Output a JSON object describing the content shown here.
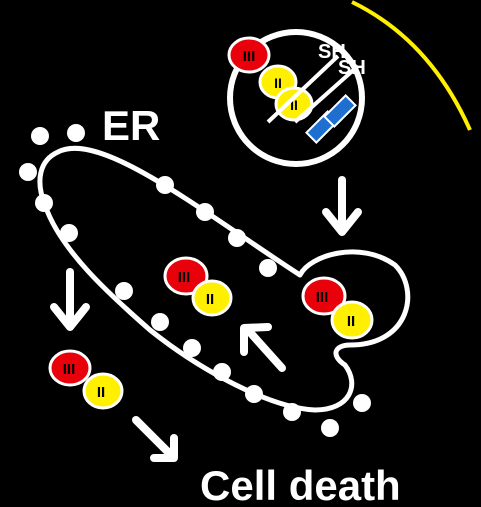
{
  "labels": {
    "er": "ER",
    "cell_death": "Cell death",
    "sh_1": "SH",
    "sh_2": "SH"
  },
  "subunits": {
    "red": "III",
    "yellow": "II"
  },
  "colors": {
    "background": "#000000",
    "outline": "#ffffff",
    "red_subunit": "#e8000b",
    "yellow_subunit": "#ffef00",
    "blue_bars": "#1f6fd1",
    "yellow_arc": "#ffef00"
  }
}
